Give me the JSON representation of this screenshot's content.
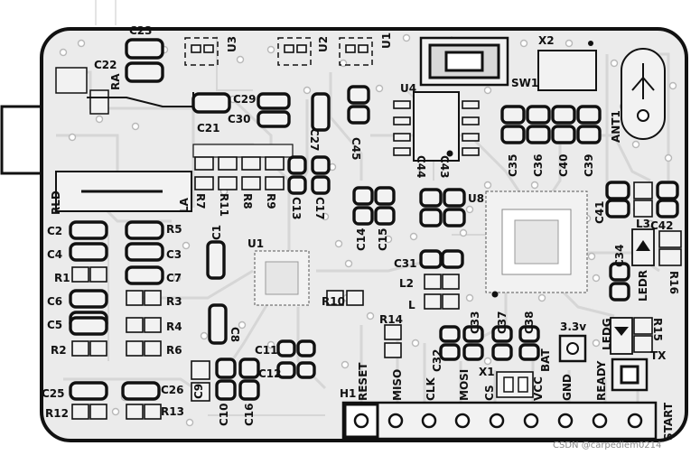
{
  "board": {
    "watermark": "CSDN @carpediem0214",
    "side_label": "RLD",
    "colors": {
      "background": "#ffffff",
      "board_fill": "#ebebeb",
      "outline": "#111111",
      "traces": "#d6d6d6",
      "pads": "#f2f2f2"
    }
  },
  "components": [
    {
      "ref": "C23",
      "label": "C23"
    },
    {
      "ref": "C22",
      "label": "C22"
    },
    {
      "ref": "RA",
      "label": "RA"
    },
    {
      "ref": "U3",
      "label": "U3"
    },
    {
      "ref": "U2",
      "label": "U2"
    },
    {
      "ref": "U1_top",
      "label": "U1"
    },
    {
      "ref": "C29",
      "label": "C29"
    },
    {
      "ref": "C21",
      "label": "C21"
    },
    {
      "ref": "C30",
      "label": "C30"
    },
    {
      "ref": "U4",
      "label": "U4"
    },
    {
      "ref": "C45",
      "label": "C45"
    },
    {
      "ref": "C27",
      "label": "C27"
    },
    {
      "ref": "SW1",
      "label": "SW1"
    },
    {
      "ref": "X2",
      "label": "X2"
    },
    {
      "ref": "ANT1",
      "label": "ANT1"
    },
    {
      "ref": "C35",
      "label": "C35"
    },
    {
      "ref": "C36",
      "label": "C36"
    },
    {
      "ref": "C40",
      "label": "C40"
    },
    {
      "ref": "C39",
      "label": "C39"
    },
    {
      "ref": "C44",
      "label": "C44"
    },
    {
      "ref": "C43",
      "label": "C43"
    },
    {
      "ref": "U8",
      "label": "U8"
    },
    {
      "ref": "R7",
      "label": "R7"
    },
    {
      "ref": "R11",
      "label": "R11"
    },
    {
      "ref": "R8",
      "label": "R8"
    },
    {
      "ref": "R9",
      "label": "R9"
    },
    {
      "ref": "C13",
      "label": "C13"
    },
    {
      "ref": "C17",
      "label": "C17"
    },
    {
      "ref": "LA",
      "label": "LA"
    },
    {
      "ref": "C41",
      "label": "C41"
    },
    {
      "ref": "L3",
      "label": "L3"
    },
    {
      "ref": "C42",
      "label": "C42"
    },
    {
      "ref": "C2",
      "label": "C2"
    },
    {
      "ref": "R5",
      "label": "R5"
    },
    {
      "ref": "C4",
      "label": "C4"
    },
    {
      "ref": "C3",
      "label": "C3"
    },
    {
      "ref": "R1",
      "label": "R1"
    },
    {
      "ref": "C7",
      "label": "C7"
    },
    {
      "ref": "C6",
      "label": "C6"
    },
    {
      "ref": "R3",
      "label": "R3"
    },
    {
      "ref": "C5",
      "label": "C5"
    },
    {
      "ref": "R4",
      "label": "R4"
    },
    {
      "ref": "R2",
      "label": "R2"
    },
    {
      "ref": "R6",
      "label": "R6"
    },
    {
      "ref": "C1",
      "label": "C1"
    },
    {
      "ref": "U1",
      "label": "U1"
    },
    {
      "ref": "C8",
      "label": "C8"
    },
    {
      "ref": "C14",
      "label": "C14"
    },
    {
      "ref": "C15",
      "label": "C15"
    },
    {
      "ref": "C31",
      "label": "C31"
    },
    {
      "ref": "L2",
      "label": "L2"
    },
    {
      "ref": "L",
      "label": "L"
    },
    {
      "ref": "R10",
      "label": "R10"
    },
    {
      "ref": "R14",
      "label": "R14"
    },
    {
      "ref": "C34",
      "label": "C34"
    },
    {
      "ref": "LEDR",
      "label": "LEDR"
    },
    {
      "ref": "R16",
      "label": "R16"
    },
    {
      "ref": "V33",
      "label": "3.3v"
    },
    {
      "ref": "LEDG",
      "label": "LEDG"
    },
    {
      "ref": "R15",
      "label": "R15"
    },
    {
      "ref": "TX",
      "label": "TX"
    },
    {
      "ref": "C32",
      "label": "C32"
    },
    {
      "ref": "C33",
      "label": "C33"
    },
    {
      "ref": "C37",
      "label": "C37"
    },
    {
      "ref": "C38",
      "label": "C38"
    },
    {
      "ref": "X1",
      "label": "X1"
    },
    {
      "ref": "BAT",
      "label": "BAT"
    },
    {
      "ref": "C11",
      "label": "C11"
    },
    {
      "ref": "C12",
      "label": "C12"
    },
    {
      "ref": "C25",
      "label": "C25"
    },
    {
      "ref": "C26",
      "label": "C26"
    },
    {
      "ref": "R12",
      "label": "R12"
    },
    {
      "ref": "R13",
      "label": "R13"
    },
    {
      "ref": "C9",
      "label": "C9"
    },
    {
      "ref": "C10",
      "label": "C10"
    },
    {
      "ref": "C16",
      "label": "C16"
    },
    {
      "ref": "H1",
      "label": "H1"
    }
  ],
  "header_pins": [
    "RESET",
    "MISO",
    "CLK",
    "MOSI",
    "CS",
    "VCC",
    "GND",
    "READY",
    "START"
  ]
}
